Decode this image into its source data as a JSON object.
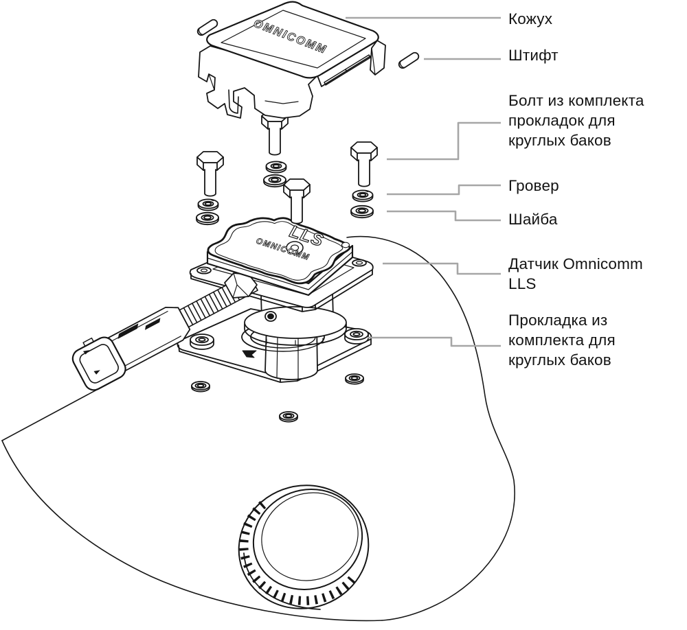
{
  "callouts": [
    {
      "id": "cover",
      "lines": [
        "Кожух"
      ]
    },
    {
      "id": "pin",
      "lines": [
        "Штифт"
      ]
    },
    {
      "id": "bolt",
      "lines": [
        "Болт из комплекта",
        "прокладок для",
        "круглых баков"
      ]
    },
    {
      "id": "spring_washer",
      "lines": [
        "Гровер"
      ]
    },
    {
      "id": "washer",
      "lines": [
        "Шайба"
      ]
    },
    {
      "id": "sensor",
      "lines": [
        "Датчик Omnicomm",
        "LLS"
      ]
    },
    {
      "id": "gasket",
      "lines": [
        "Прокладка из",
        "комплекта для",
        "круглых баков"
      ]
    }
  ],
  "artwork_text": {
    "cover_brand": "OMNICOMM",
    "sensor_logo": "LLS",
    "sensor_brand": "OMNICOMM"
  },
  "colors": {
    "background": "#ffffff",
    "line": "#161616",
    "leader_line": "#a6a6a6",
    "text": "#131313"
  }
}
